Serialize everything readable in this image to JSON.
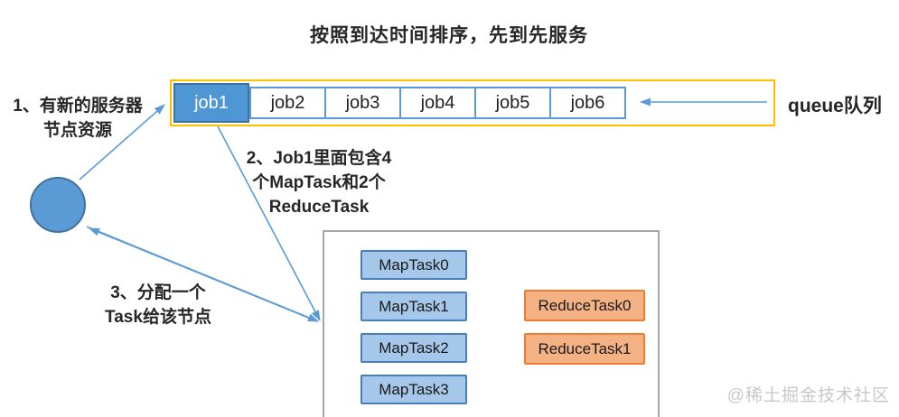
{
  "title": "按照到达时间排序，先到先服务",
  "queue": {
    "label": "queue队列",
    "jobs": [
      "job1",
      "job2",
      "job3",
      "job4",
      "job5",
      "job6"
    ],
    "highlighted_job": "job1"
  },
  "steps": {
    "step1_line1": "1、有新的服务器",
    "step1_line2": "节点资源",
    "step2_line1": "2、Job1里面包含4",
    "step2_line2": "个MapTask和2个",
    "step2_line3": "ReduceTask",
    "step3_line1": "3、分配一个",
    "step3_line2": "Task给该节点"
  },
  "node_box": {
    "map_tasks": [
      "MapTask0",
      "MapTask1",
      "MapTask2",
      "MapTask3"
    ],
    "reduce_tasks": [
      "ReduceTask0",
      "ReduceTask1"
    ]
  },
  "watermark": "@稀土掘金技术社区",
  "colors": {
    "queue_border": "#ffc000",
    "job_highlight_fill": "#4f96d5",
    "job_border": "#5b9bd5",
    "node_circle_fill": "#5b9bd5",
    "node_circle_border": "#41719c",
    "map_task_fill": "#a5c7e9",
    "map_task_border": "#4a7ebb",
    "reduce_task_fill": "#f4b183",
    "reduce_task_border": "#ed7d31",
    "arrow": "#5b9bd5",
    "task_box_border": "#a6a6a6",
    "watermark_color": "#c8c8c8"
  }
}
